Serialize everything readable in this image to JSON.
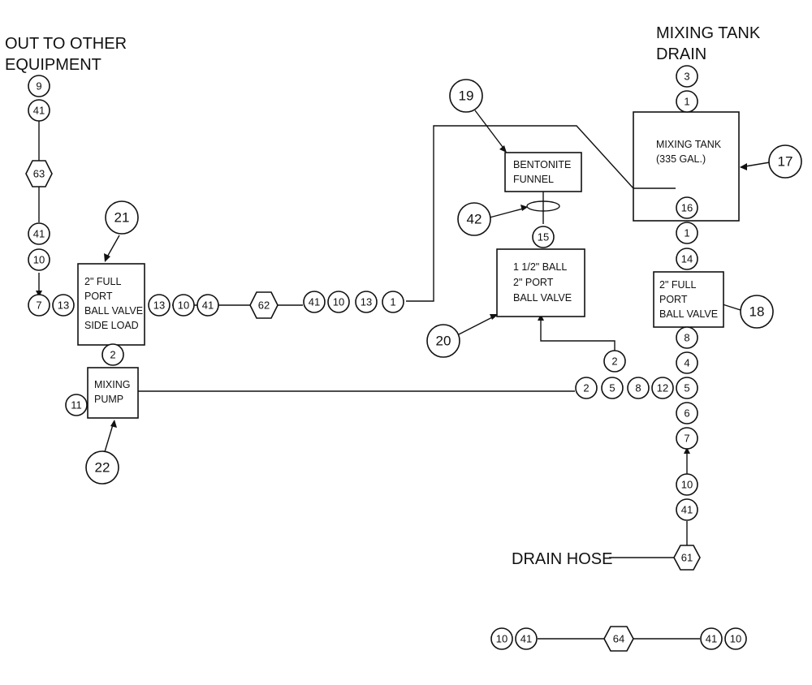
{
  "labels": {
    "out_to_other_1": "OUT TO OTHER",
    "out_to_other_2": "EQUIPMENT",
    "tank_drain_1": "MIXING TANK",
    "tank_drain_2": "DRAIN",
    "drain_hose": "DRAIN HOSE"
  },
  "boxes": {
    "mixing_tank": [
      "MIXING TANK",
      "(335 GAL.)"
    ],
    "bentonite_funnel": [
      "BENTONITE",
      "FUNNEL"
    ],
    "ball_valve_20": [
      "1 1/2\" BALL",
      "2\" PORT",
      "BALL VALVE"
    ],
    "ball_valve_18": [
      "2\" FULL",
      "PORT",
      "BALL VALVE"
    ],
    "ball_valve_21": [
      "2\" FULL",
      "PORT",
      "BALL VALVE",
      "SIDE LOAD"
    ],
    "mixing_pump": [
      "MIXING",
      "PUMP"
    ]
  },
  "callouts": {
    "c17": "17",
    "c18": "18",
    "c19": "19",
    "c20": "20",
    "c21": "21",
    "c22": "22",
    "c42": "42"
  },
  "parts": {
    "left_line": [
      "9",
      "41",
      "41",
      "10"
    ],
    "left_hex": "63",
    "valve21_left": [
      "7",
      "13"
    ],
    "valve21_right": [
      "13",
      "10",
      "41"
    ],
    "mid_hex": "62",
    "mid_right": [
      "41",
      "10",
      "13",
      "1"
    ],
    "valve21_bottom": "2",
    "pump_left": "11",
    "funnel_bottom": "15",
    "tank_top": [
      "3",
      "1"
    ],
    "tank_bottom": [
      "16",
      "1",
      "14"
    ],
    "right_column": [
      "8",
      "4",
      "5",
      "6",
      "7",
      "10",
      "41"
    ],
    "tee_top": "2",
    "pump_run": [
      "2",
      "5",
      "8",
      "12"
    ],
    "drain_hex": "61",
    "hose_left": [
      "10",
      "41"
    ],
    "hose_hex": "64",
    "hose_right": [
      "41",
      "10"
    ]
  }
}
